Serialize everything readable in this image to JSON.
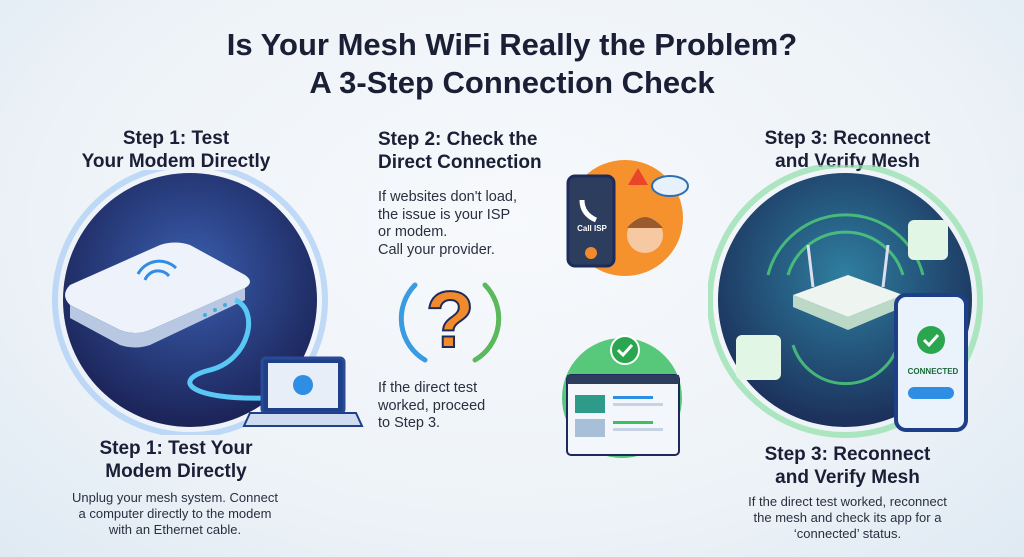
{
  "title": {
    "line1": "Is Your Mesh WiFi Really the Problem?",
    "line2": "A 3-Step Connection Check"
  },
  "step1": {
    "heading_top_1": "Step 1: Test",
    "heading_top_2": "Your Modem Directly",
    "heading_bottom_1": "Step 1: Test Your",
    "heading_bottom_2": "Modem Directly",
    "body": [
      "Unplug your mesh system. Connect",
      "a computer directly to the modem",
      "with an Ethernet cable."
    ]
  },
  "step2": {
    "heading_1": "Step 2: Check the",
    "heading_2": "Direct Connection",
    "fail_text": [
      "If websites don't load,",
      "the issue is your ISP",
      "or modem.",
      "Call your provider."
    ],
    "phone_label": "Call ISP",
    "success_text": [
      "If the direct test",
      "worked, proceed",
      "to Step 3."
    ]
  },
  "step3": {
    "heading_top_1": "Step 3: Reconnect",
    "heading_top_2": "and Verify Mesh",
    "heading_bottom_1": "Step 3: Reconnect",
    "heading_bottom_2": "and Verify Mesh",
    "phone_status": "CONNECTED",
    "body": [
      "If the direct test worked, reconnect",
      "the mesh and check its app for a",
      "‘connected’ status."
    ]
  },
  "colors": {
    "navy": "#1d2a5c",
    "blue": "#2f8de4",
    "green": "#3cbf63",
    "orange": "#f08a2c"
  }
}
